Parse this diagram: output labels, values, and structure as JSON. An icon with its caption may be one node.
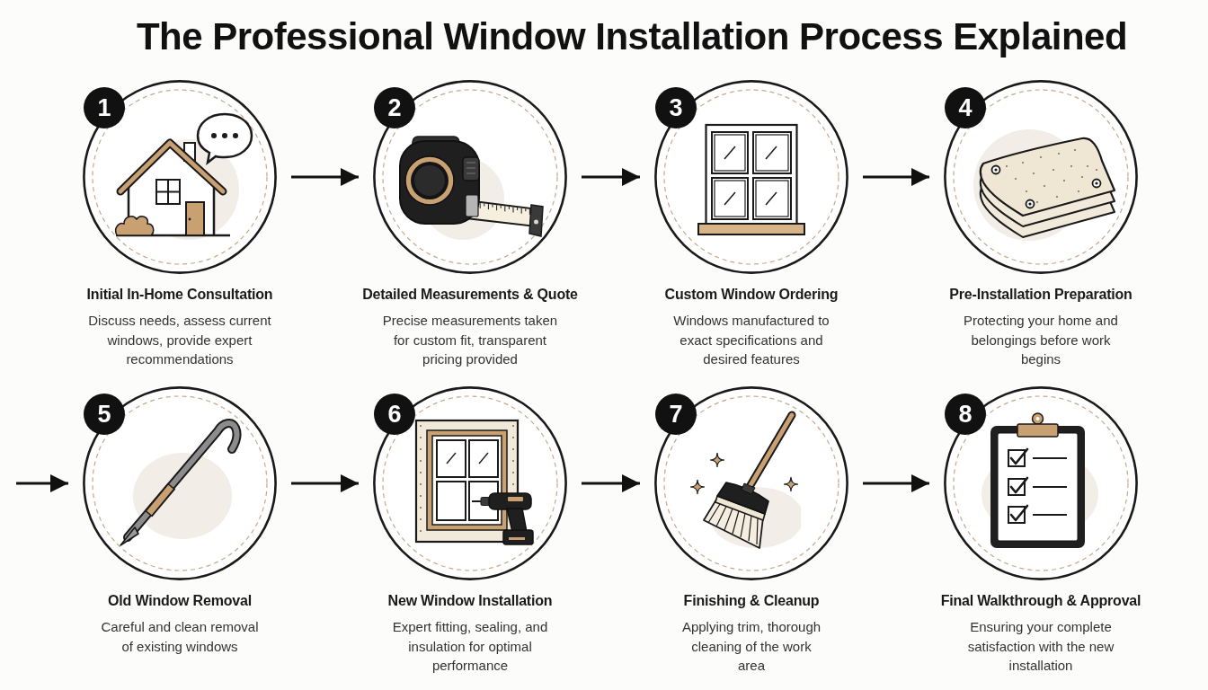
{
  "diagram": {
    "title": "The Professional Window Installation Process Explained",
    "nodes": [
      {
        "text": [
          "1",
          "Initial In-Home Consultation",
          "Discuss needs, assess current windows, provide expert recommendations"
        ]
      },
      {
        "text": [
          "2",
          "Detailed Measurements & Quote",
          "Precise measurements taken for custom fit, transparent pricing provided"
        ]
      },
      {
        "text": [
          "3",
          "Custom Window Ordering",
          "Windows manufactured to exact specifications and desired features"
        ]
      },
      {
        "text": [
          "4",
          "Pre-Installation Preparation",
          "Protecting your home and belongings before work begins"
        ]
      },
      {
        "text": [
          "5",
          "Old Window Removal",
          "Careful and clean removal of existing windows"
        ]
      },
      {
        "text": [
          "6",
          "New Window Installation",
          "Expert fitting, sealing, and insulation for optimal performance"
        ]
      },
      {
        "text": [
          "7",
          "Finishing & Cleanup",
          "Applying trim, thorough cleaning of the work area"
        ]
      },
      {
        "text": [
          "8",
          "Final Walkthrough & Approval",
          "Ensuring your complete satisfaction with the new installation"
        ]
      }
    ],
    "edges": [
      {
        "from": 0,
        "to": 1,
        "arrow": "to"
      },
      {
        "from": 1,
        "to": 2,
        "arrow": "to"
      },
      {
        "from": 2,
        "to": 3,
        "arrow": "to"
      },
      {
        "from": null,
        "to": 4,
        "arrow": "to"
      },
      {
        "from": 4,
        "to": 5,
        "arrow": "to"
      },
      {
        "from": 5,
        "to": 6,
        "arrow": "to"
      },
      {
        "from": 6,
        "to": 7,
        "arrow": "to"
      }
    ]
  }
}
